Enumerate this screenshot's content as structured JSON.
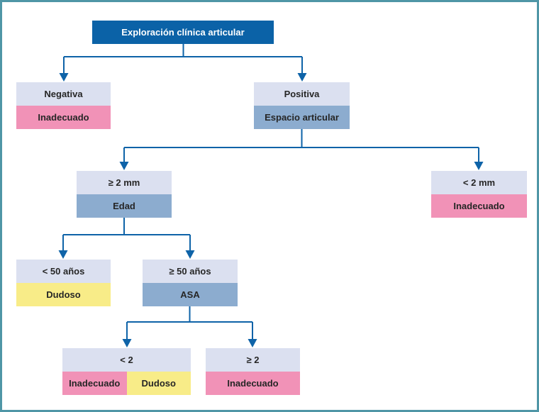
{
  "diagram": {
    "title": "Exploración clínica articular",
    "type": "decision-tree-flowchart"
  },
  "colors": {
    "header_blue": "#0b62a7",
    "line": "#0e63a8",
    "lavender": "#dbe0f0",
    "medium_blue": "#8caccf",
    "pink": "#f192b7",
    "yellow": "#f8ec88",
    "border_teal": "#4f96a6",
    "text": "#262626"
  },
  "nodes": {
    "root": {
      "label": "Exploración clínica articular"
    },
    "negativa": {
      "condition": "Negativa",
      "result": "Inadecuado"
    },
    "positiva": {
      "condition": "Positiva",
      "criterion": "Espacio articular"
    },
    "ge2mm": {
      "condition": "≥ 2 mm",
      "criterion": "Edad"
    },
    "lt2mm": {
      "condition": "< 2 mm",
      "result": "Inadecuado"
    },
    "lt50": {
      "condition": "< 50 años",
      "result": "Dudoso"
    },
    "ge50": {
      "condition": "≥ 50 años",
      "criterion": "ASA"
    },
    "asa_lt2": {
      "condition": "< 2",
      "result_left": "Inadecuado",
      "result_right": "Dudoso"
    },
    "asa_ge2": {
      "condition": "≥ 2",
      "result": "Inadecuado"
    }
  }
}
